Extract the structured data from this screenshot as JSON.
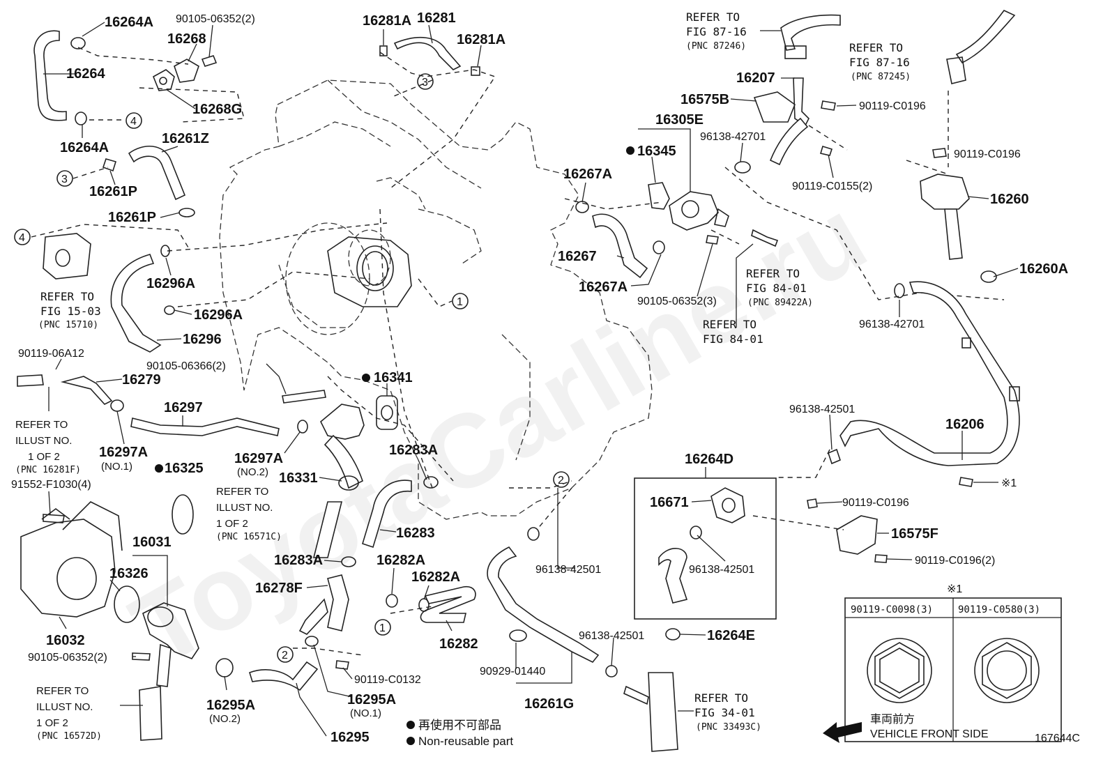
{
  "diagram_id": "167644C",
  "watermark": "ToyotaCarline.ru",
  "parts": {
    "p16264A_top": "16264A",
    "p16268": "16268",
    "p90105_06352_2": "90105-06352(2)",
    "p16281A_l": "16281A",
    "p16281": "16281",
    "p16281A_r": "16281A",
    "p16264": "16264",
    "p16268G": "16268G",
    "p16264A_bot": "16264A",
    "p16261Z": "16261Z",
    "p16261P_a": "16261P",
    "p16261P_b": "16261P",
    "p16296A_a": "16296A",
    "p16296A_b": "16296A",
    "p16296": "16296",
    "p90119_06A12": "90119-06A12",
    "p16279": "16279",
    "p90105_06366_2": "90105-06366(2)",
    "p16297": "16297",
    "p16297A_1": "16297A",
    "p16297A_1sub": "(NO.1)",
    "p16325": "16325",
    "p91552": "91552-F1030(4)",
    "p16297A_2": "16297A",
    "p16297A_2sub": "(NO.2)",
    "p16331": "16331",
    "p16341": "16341",
    "p16283A_a": "16283A",
    "p16283": "16283",
    "p16283A_b": "16283A",
    "p16282A_a": "16282A",
    "p16282A_b": "16282A",
    "p16278F": "16278F",
    "p16282": "16282",
    "p16031": "16031",
    "p16326": "16326",
    "p16032": "16032",
    "p90105_06352_2b": "90105-06352(2)",
    "p16295A_2": "16295A",
    "p16295A_2sub": "(NO.2)",
    "p90119_C0132": "90119-C0132",
    "p16295A_1": "16295A",
    "p16295A_1sub": "(NO.1)",
    "p16295": "16295",
    "p16267A_a": "16267A",
    "p16267": "16267",
    "p16267A_b": "16267A",
    "p16345": "16345",
    "p16305E": "16305E",
    "p96138_42701_a": "96138-42701",
    "p16575B": "16575B",
    "p16207": "16207",
    "p90119_C0196_a": "90119-C0196",
    "p90119_C0155_2": "90119-C0155(2)",
    "p90105_06352_3": "90105-06352(3)",
    "p90119_C0196_b": "90119-C0196",
    "p16260": "16260",
    "p16260A": "16260A",
    "p96138_42701_b": "96138-42701",
    "p96138_42501_a": "96138-42501",
    "p16206": "16206",
    "p16264D": "16264D",
    "p16671": "16671",
    "p96138_42501_b": "96138-42501",
    "p96138_42501_c": "96138-42501",
    "p90119_C0196_c": "90119-C0196",
    "p16575F": "16575F",
    "p90119_C0196_2": "90119-C0196(2)",
    "p96138_42501_d": "96138-42501",
    "p16264E": "16264E",
    "p90929_01440": "90929-01440",
    "p16261G": "16261G",
    "p_mark1": "※1"
  },
  "refers": {
    "fig15": [
      "REFER TO",
      "FIG 15-03",
      "(PNC 15710)"
    ],
    "illust_16281F": [
      "REFER TO",
      "ILLUST NO.",
      "1 OF 2",
      "(PNC 16281F)"
    ],
    "illust_16571C": [
      "REFER TO",
      "ILLUST NO.",
      "1 OF 2",
      "(PNC 16571C)"
    ],
    "illust_16572D": [
      "REFER TO",
      "ILLUST NO.",
      "1 OF 2",
      "(PNC 16572D)"
    ],
    "fig87_a": [
      "REFER TO",
      "FIG 87-16",
      "(PNC 87246)"
    ],
    "fig87_b": [
      "REFER TO",
      "FIG 87-16",
      "(PNC 87245)"
    ],
    "fig84_a": [
      "REFER TO",
      "FIG 84-01",
      "(PNC 89422A)"
    ],
    "fig84_b": [
      "REFER TO",
      "FIG 84-01"
    ],
    "fig34": [
      "REFER TO",
      "FIG 34-01",
      "(PNC 33493C)"
    ]
  },
  "circles": [
    "1",
    "1",
    "2",
    "2",
    "3",
    "3",
    "4",
    "4"
  ],
  "table": {
    "header": "※1",
    "col1": "90119-C0098(3)",
    "col2": "90119-C0580(3)"
  },
  "legend": {
    "jp": "再使用不可部品",
    "en": "Non-reusable part"
  },
  "front": {
    "jp": "車両前方",
    "en": "VEHICLE FRONT SIDE"
  }
}
